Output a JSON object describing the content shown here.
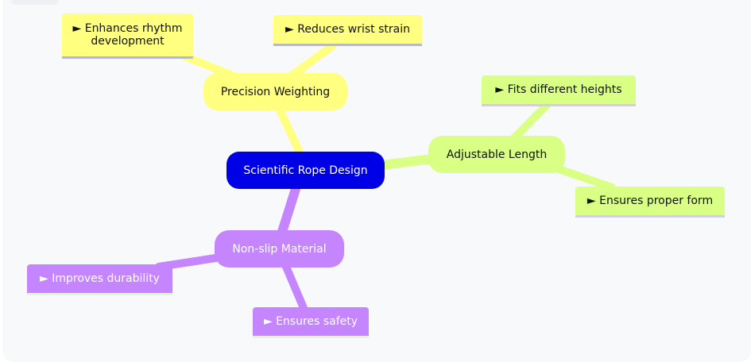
{
  "mindmap": {
    "root": {
      "label": "Scientific Rope Design",
      "color": "#0000e6"
    },
    "branches": [
      {
        "label": "Precision Weighting",
        "color": "#ffff80",
        "children": [
          "► Enhances rhythm development",
          "► Reduces wrist strain"
        ]
      },
      {
        "label": "Adjustable Length",
        "color": "#d9ff85",
        "children": [
          "► Fits different heights",
          "► Ensures proper form"
        ]
      },
      {
        "label": "Non-slip Material",
        "color": "#c485ff",
        "children": [
          "► Improves durability",
          "► Ensures safety"
        ]
      }
    ]
  },
  "leaf_text": {
    "rhythm_line1": "► Enhances rhythm",
    "rhythm_line2": "development"
  }
}
